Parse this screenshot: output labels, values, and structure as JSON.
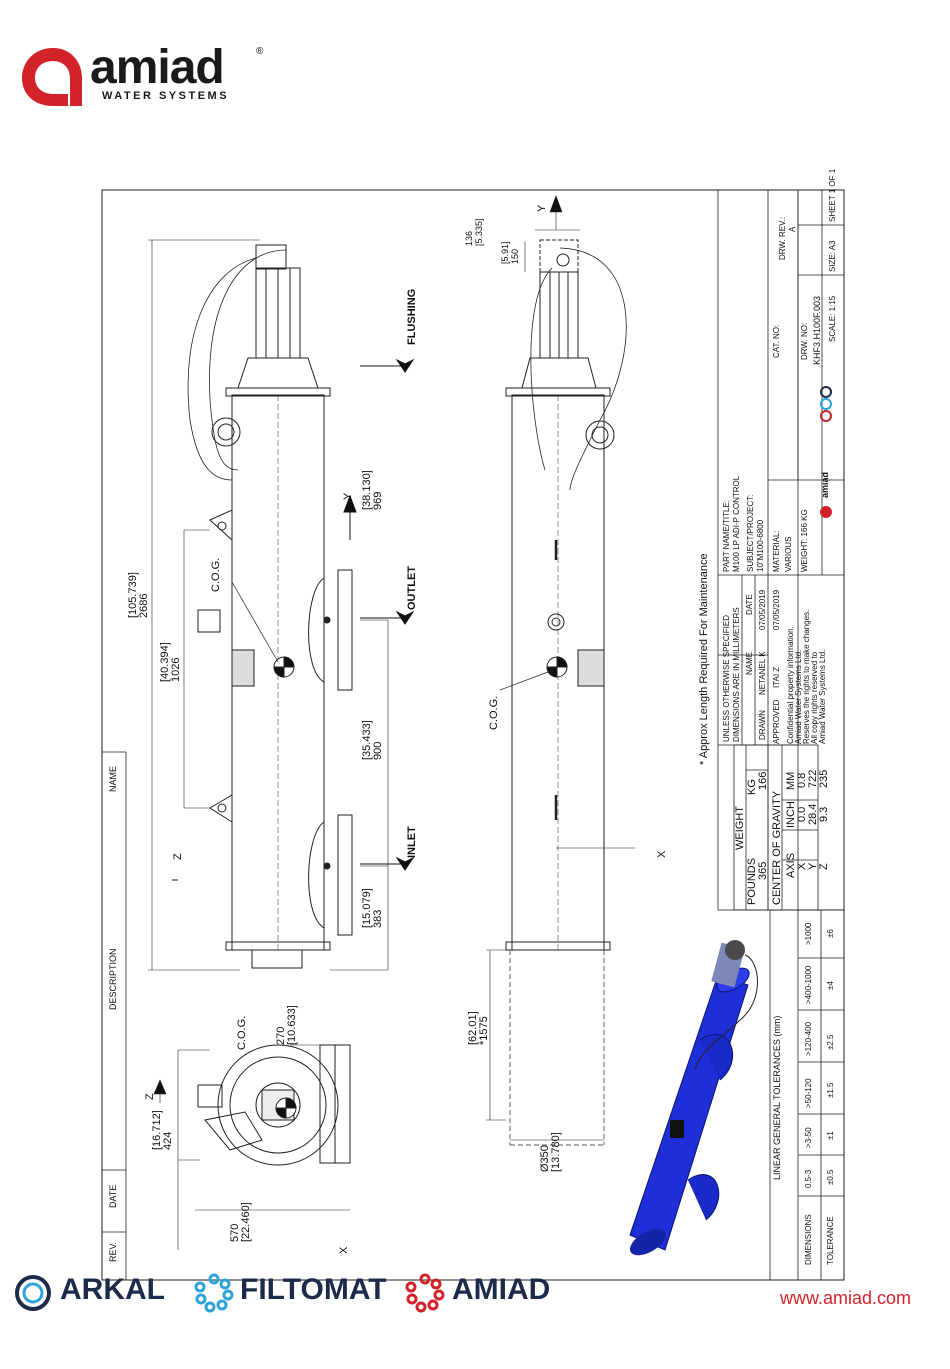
{
  "header": {
    "brand": "amiad",
    "tagline": "WATER SYSTEMS",
    "registered": "®"
  },
  "drawing": {
    "dims_side": {
      "overall": "[105.739]\n2686",
      "cog_span": "[40.394]\n1026",
      "outlet_to_end": "[38.130]\n969",
      "inlet_to_outlet": "[35.433]\n900",
      "inlet_to_end": "[15.079]\n383"
    },
    "labels": {
      "flushing": "FLUSHING",
      "outlet": "OUTLET",
      "inlet": "INLET",
      "cog": "C.O.G.",
      "axis_y": "Y",
      "axis_z": "Z",
      "axis_x": "X"
    },
    "dims_top": {
      "w136": "136\n[5.335]",
      "w150": "[5.91]\n150",
      "maint": "[62.01]\n*1575",
      "dia": "Ø350\n[13.780]"
    },
    "dims_end": {
      "h424": "[16.712]\n424",
      "w570": "570\n[22.460]",
      "w270": "270\n[10.633]"
    },
    "maintenance_note": "* Approx Length Required For Maintenance"
  },
  "revision_block": {
    "rev": "REV.",
    "date": "DATE",
    "description": "DESCRIPTION",
    "name": "NAME"
  },
  "tolerances": {
    "title": "LINEAR GENERAL TOLERANCES (mm)",
    "row_dim_label": "DIMENSIONS",
    "row_tol_label": "TOLERANCE",
    "dimensions": [
      "0.5-3",
      ">3-50",
      ">50-120",
      ">120-400",
      ">400-1000",
      ">1000"
    ],
    "tolerance": [
      "±0.5",
      "±1",
      "±1.5",
      "±2.5",
      "±4",
      "±6"
    ]
  },
  "weight": {
    "title": "WEIGHT",
    "pounds_label": "POUNDS",
    "kg_label": "KG",
    "pounds": "365",
    "kg": "166"
  },
  "cog_table": {
    "title": "CENTER OF GRAVITY",
    "headers": [
      "AXIS",
      "INCH",
      "MM"
    ],
    "rows": [
      [
        "X",
        "0.0",
        "0.8"
      ],
      [
        "Y",
        "28.4",
        "722"
      ],
      [
        "Z",
        "9.3",
        "235"
      ]
    ]
  },
  "title_block": {
    "units_note_1": "UNLESS OTHERWISE SPECIFIED",
    "units_note_2": "DIMENSIONS ARE IN MILLIMETERS",
    "name_label": "NAME",
    "date_label": "DATE",
    "drawn_label": "DRAWN",
    "drawn_name": "NETANEL K",
    "drawn_date": "07/05/2019",
    "approved_label": "APPROVED",
    "approved_name": "ITAI Z",
    "approved_date": "07/05/2019",
    "confidential_1": "Confidential property information.",
    "confidential_2": "Amiad Water Systems Ltd.",
    "confidential_3": "Reserves the rights to make changes.",
    "confidential_4": "All copy rights reserved to",
    "confidential_5": "Amiad Water Systems Ltd.",
    "part_label": "PART NAME/TITLE:",
    "part_value": "M100 LP ADI-P CONTROL",
    "subject_label": "SUBJECT/PROJECT:",
    "subject_value": "10\"M100-6800",
    "material_label": "MATERIAL:",
    "material_value": "VARIOUS",
    "weight_line": "WEIGHT: 166 KG",
    "cat_no": "CAT. NO:",
    "drw_rev": "DRW. REV.:",
    "drw_rev_value": "A",
    "drw_no_label": "DRW. NO:",
    "drw_no": "KHF3.H100F.003",
    "scale": "SCALE: 1:15",
    "size": "SIZE: A3",
    "sheet": "SHEET 1 OF 1",
    "mini_brand": "amiad"
  },
  "footer": {
    "brand1": "ARKAL",
    "brand2": "FILTOMAT",
    "brand3": "AMIAD",
    "url": "www.amiad.com"
  },
  "colors": {
    "brand_red": "#d2232a",
    "navy": "#1c2b4a",
    "filter_blue": "#1f2fd8"
  }
}
